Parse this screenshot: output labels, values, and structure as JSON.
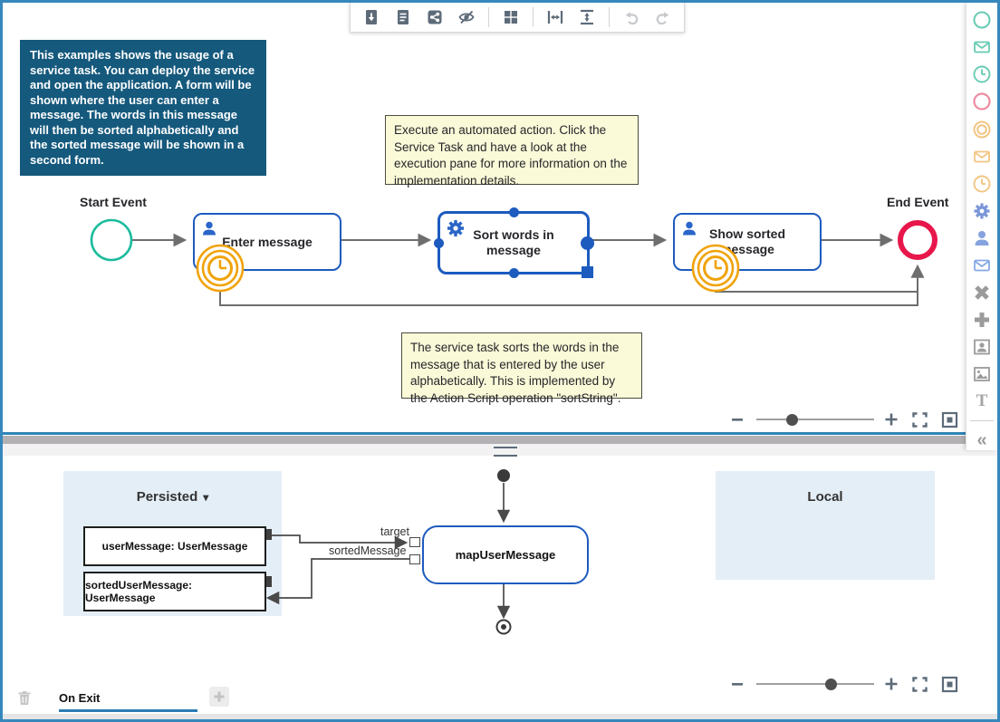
{
  "toolbar": {
    "icons": [
      "download-document",
      "document-report",
      "share",
      "hide-connectors",
      "grid-layout",
      "fit-width",
      "fit-height",
      "undo",
      "redo"
    ]
  },
  "info_box": {
    "text": "This examples shows the usage of a service task. You can deploy the service and open the application. A form will be shown where the user can enter a message. The words in this message will then be sorted alphabetically and the sorted message will be shown in a second form.",
    "bg_color": "#15597d"
  },
  "notes": [
    {
      "text": "Execute an automated action. Click the Service Task and have a look at the execution pane for more information on the implementation details."
    },
    {
      "text": "The service task sorts the words in the message that is entered by the user alphabetically. This is implemented by the Action Script operation \"sortString\"."
    }
  ],
  "process": {
    "start_event": {
      "label": "Start Event",
      "color": "#1abc9c"
    },
    "end_event": {
      "label": "End Event",
      "color": "#e8174b"
    },
    "tasks": [
      {
        "label": "Enter message",
        "icon": "user-icon",
        "boundary_event": "timer"
      },
      {
        "label": "Sort words in message",
        "icon": "gear-icon",
        "selected": true
      },
      {
        "label": "Show sorted message",
        "icon": "user-icon",
        "boundary_event": "timer"
      }
    ],
    "accent_color": "#1d5bbf",
    "timer_color": "#f0a30a"
  },
  "palette": {
    "items": [
      {
        "name": "start-event",
        "color": "#68cbb4"
      },
      {
        "name": "message-start-event",
        "color": "#68cbb4"
      },
      {
        "name": "timer-start-event",
        "color": "#68cbb4"
      },
      {
        "name": "end-event",
        "color": "#ee8ba0"
      },
      {
        "name": "intermediate-event",
        "color": "#f2c582"
      },
      {
        "name": "message-intermediate-event",
        "color": "#f2c582"
      },
      {
        "name": "timer-intermediate-event",
        "color": "#f2c582"
      },
      {
        "name": "service-task",
        "color": "#7b96d9"
      },
      {
        "name": "user-task",
        "color": "#85a3de"
      },
      {
        "name": "email-task",
        "color": "#86a8e8"
      },
      {
        "name": "alternative-gateway",
        "color": "#9b9b9b"
      },
      {
        "name": "join-gateway",
        "color": "#9b9b9b"
      },
      {
        "name": "user-dialog",
        "color": "#9b9b9b"
      },
      {
        "name": "image",
        "color": "#9b9b9b"
      },
      {
        "name": "text",
        "color": "#a5a5a5"
      }
    ],
    "text_tool_glyph": "T",
    "collapse_glyph": "«"
  },
  "zoom_controls": {
    "top_slider_position": 0.3,
    "bottom_slider_position": 0.63
  },
  "data_pane": {
    "persisted": {
      "title": "Persisted",
      "caret": "▾",
      "fields": [
        "userMessage: UserMessage",
        "sortedUserMessage: UserMessage"
      ]
    },
    "local": {
      "title": "Local"
    },
    "map_node": {
      "label": "mapUserMessage"
    },
    "connectors": {
      "target_label": "target",
      "sorted_label": "sortedMessage"
    }
  },
  "footer": {
    "tab_label": "On Exit"
  }
}
